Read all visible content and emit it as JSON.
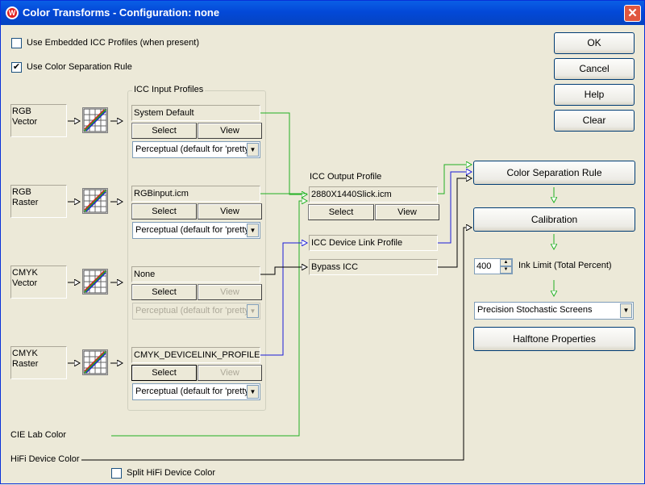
{
  "window": {
    "title": "Color Transforms - Configuration: none",
    "close_glyph": "✕",
    "app_icon_glyph": "W"
  },
  "options": {
    "embedded_icc_label": "Use Embedded ICC Profiles (when present)",
    "embedded_icc_checked": false,
    "color_sep_rule_label": "Use Color Separation Rule",
    "color_sep_rule_checked": true,
    "split_hifi_label": "Split HiFi Device Color",
    "split_hifi_checked": false
  },
  "buttons": {
    "ok": "OK",
    "cancel": "Cancel",
    "help": "Help",
    "clear": "Clear"
  },
  "input_group_title": "ICC Input Profiles",
  "inputs": [
    {
      "label": "RGB\nVector",
      "profile": "System Default",
      "select": "Select",
      "view": "View",
      "view_enabled": true,
      "intent": "Perceptual (default for 'pretty",
      "intent_enabled": true
    },
    {
      "label": "RGB\nRaster",
      "profile": "RGBinput.icm",
      "select": "Select",
      "view": "View",
      "view_enabled": true,
      "intent": "Perceptual (default for 'pretty",
      "intent_enabled": true
    },
    {
      "label": "CMYK\nVector",
      "profile": "None",
      "select": "Select",
      "view": "View",
      "view_enabled": false,
      "intent": "Perceptual (default for 'pretty",
      "intent_enabled": false
    },
    {
      "label": "CMYK\nRaster",
      "profile": "CMYK_DEVICELINK_PROFILE.ic",
      "select": "Select",
      "view": "View",
      "view_enabled": false,
      "intent": "Perceptual (default for 'pretty",
      "intent_enabled": true
    }
  ],
  "output": {
    "title": "ICC Output Profile",
    "profile": "2880X1440Slick.icm",
    "select": "Select",
    "view": "View",
    "device_link": "ICC Device Link Profile",
    "bypass": "Bypass ICC"
  },
  "cie_lab": "CIE Lab Color",
  "hifi_device": "HiFi Device Color",
  "pipeline": {
    "color_separation_rule": "Color Separation Rule",
    "calibration": "Calibration",
    "ink_limit_value": "400",
    "ink_limit_label": "Ink Limit (Total Percent)",
    "screening": "Precision Stochastic Screens",
    "halftone": "Halftone Properties"
  },
  "colors": {
    "green_path": "#22b022",
    "blue_path": "#1a1ad8",
    "black_path": "#000000"
  },
  "icons": {
    "transform_tile": "color-transform-icon",
    "dropdown_arrow": "▼",
    "check": "✔",
    "spin_up": "▲",
    "spin_down": "▼"
  }
}
